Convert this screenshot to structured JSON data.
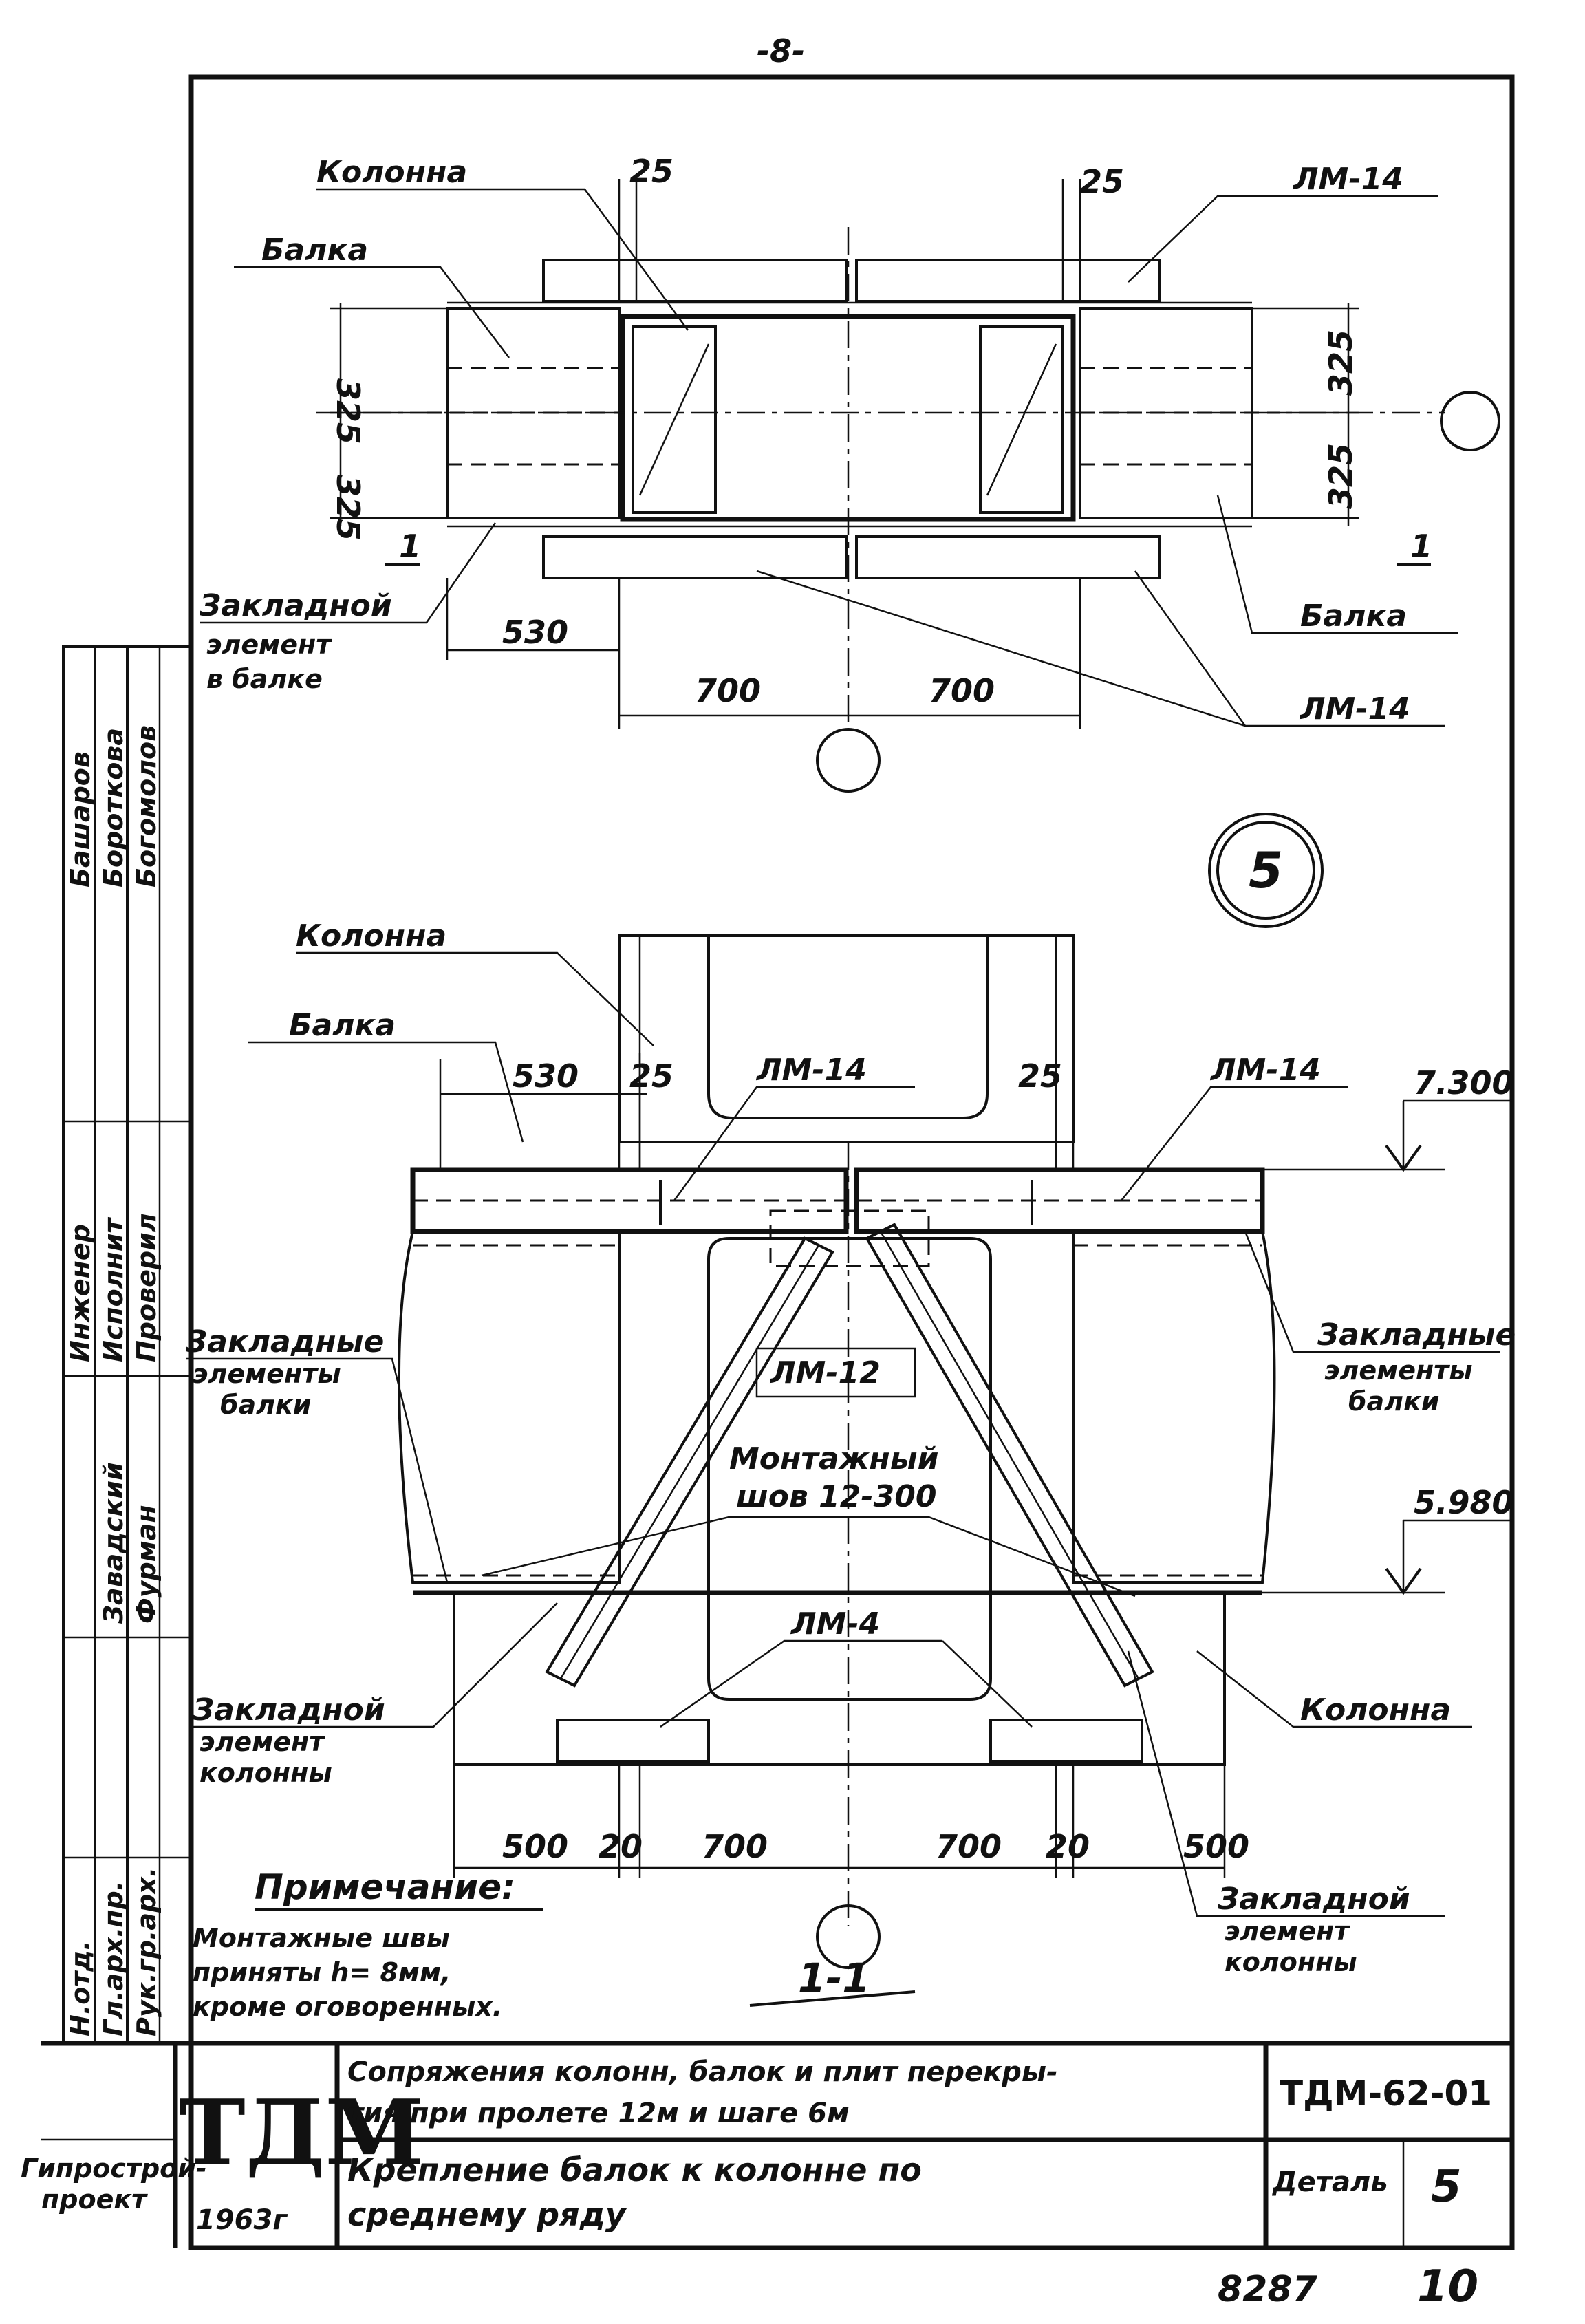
{
  "page_number": "-8-",
  "detail_circle": "5",
  "plan": {
    "label_kolonna": "Колонна",
    "label_balka_tl": "Балка",
    "label_balka_r": "Балка",
    "label_lm14_top": "ЛМ-14",
    "label_lm14_bottom": "ЛМ-14",
    "label_zaklad_1": "Закладной",
    "label_zaklad_2": "элемент",
    "label_zaklad_3": "в балке",
    "dim_25_left": "25",
    "dim_25_right": "25",
    "dim_325_lt": "325",
    "dim_325_lb": "325",
    "dim_325_rt": "325",
    "dim_325_rb": "325",
    "dim_530": "530",
    "dim_700_l": "700",
    "dim_700_r": "700",
    "section_mark_l": "1",
    "section_mark_r": "1"
  },
  "section": {
    "label_kolonna": "Колонна",
    "label_balka": "Балка",
    "label_lm14_l": "ЛМ-14",
    "label_lm14_r": "ЛМ-14",
    "label_lm12": "ЛМ-12",
    "label_lm4": "ЛМ-4",
    "label_montazh_1": "Монтажный",
    "label_montazh_2": "шов 12-300",
    "label_zakl_el_l_1": "Закладные",
    "label_zakl_el_l_2": "элементы",
    "label_zakl_el_l_3": "балки",
    "label_zakl_el_r_1": "Закладные",
    "label_zakl_el_r_2": "элементы",
    "label_zakl_el_r_3": "балки",
    "label_zakl_kol_l_1": "Закладной",
    "label_zakl_kol_l_2": "элемент",
    "label_zakl_kol_l_3": "колонны",
    "label_zakl_kol_r_1": "Закладной",
    "label_zakl_kol_r_2": "элемент",
    "label_zakl_kol_r_3": "колонны",
    "label_kolonna_r": "Колонна",
    "dim_530": "530",
    "dim_25_l": "25",
    "dim_25_r": "25",
    "elev_top": "7.300",
    "elev_bottom": "5.980",
    "dim_500_l": "500",
    "dim_20_l": "20",
    "dim_700_l": "700",
    "dim_700_r": "700",
    "dim_20_r": "20",
    "dim_500_r": "500",
    "section_title": "1-1"
  },
  "note": {
    "title": "Примечание:",
    "line1": "Монтажные швы",
    "line2": "приняты h= 8мм,",
    "line3": "кроме оговоренных."
  },
  "side_stamp": {
    "col1": [
      "Инженер",
      "Исполнит",
      "Проверил"
    ],
    "col2": [
      "Башаров",
      "Бороткова",
      "Богомолов"
    ],
    "col3": [
      "Завадский",
      "Фурман"
    ],
    "col4": [
      "Н.отд.",
      "Гл.арх.пр.",
      "Рук.гр.арх."
    ]
  },
  "title_block": {
    "org_logo": "ТДМ",
    "org_line1": "Гипрострой-",
    "org_line2": "проект",
    "year": "1963г",
    "title_line1": "Сопряжения колонн, балок и плит перекры-",
    "title_line2": "тия при пролете 12м и шаге 6м",
    "subtitle_line1": "Крепление балок к колонне по",
    "subtitle_line2": "среднему ряду",
    "doc_code": "ТДМ-62-01",
    "detail_label": "Деталь",
    "detail_no": "5"
  },
  "footer": {
    "sheet_code": "8287",
    "sheet_no": "10"
  }
}
